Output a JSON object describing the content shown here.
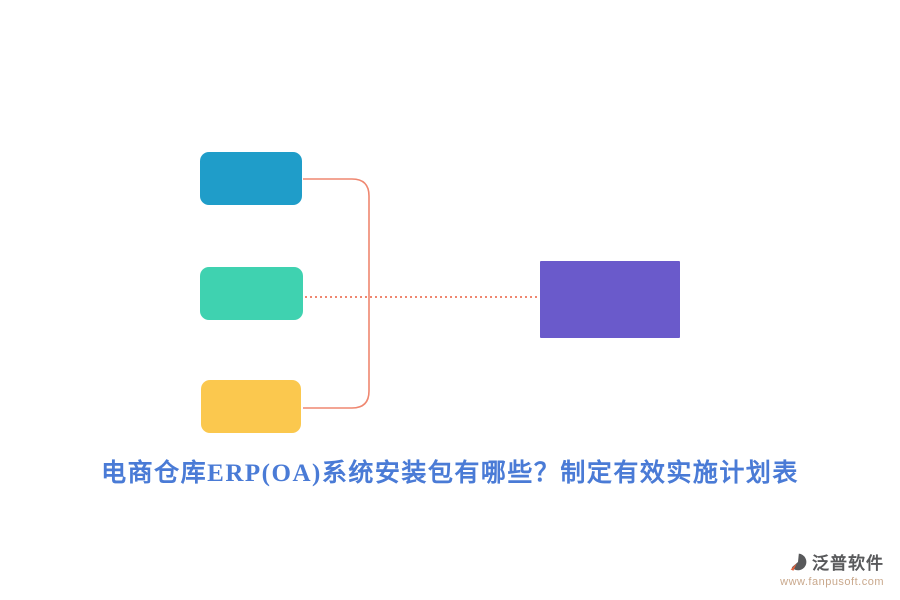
{
  "title": {
    "text": "电商仓库ERP(OA)系统安装包有哪些？制定有效实施计划表",
    "color": "#4a7bd6"
  },
  "diagram": {
    "boxes": [
      {
        "id": "top",
        "color": "#1f9dc9"
      },
      {
        "id": "middle",
        "color": "#3fd2b0"
      },
      {
        "id": "bottom",
        "color": "#fbc84e"
      }
    ],
    "result_box": {
      "color": "#6a5acb"
    },
    "connector_color": "#ef8770"
  },
  "footer": {
    "brand": "泛普软件",
    "brand_color": "#58595b",
    "website": "www.fanpusoft.com",
    "website_color": "#c9a88c",
    "icon_dark": "#58595b",
    "icon_accent": "#e2623d"
  }
}
